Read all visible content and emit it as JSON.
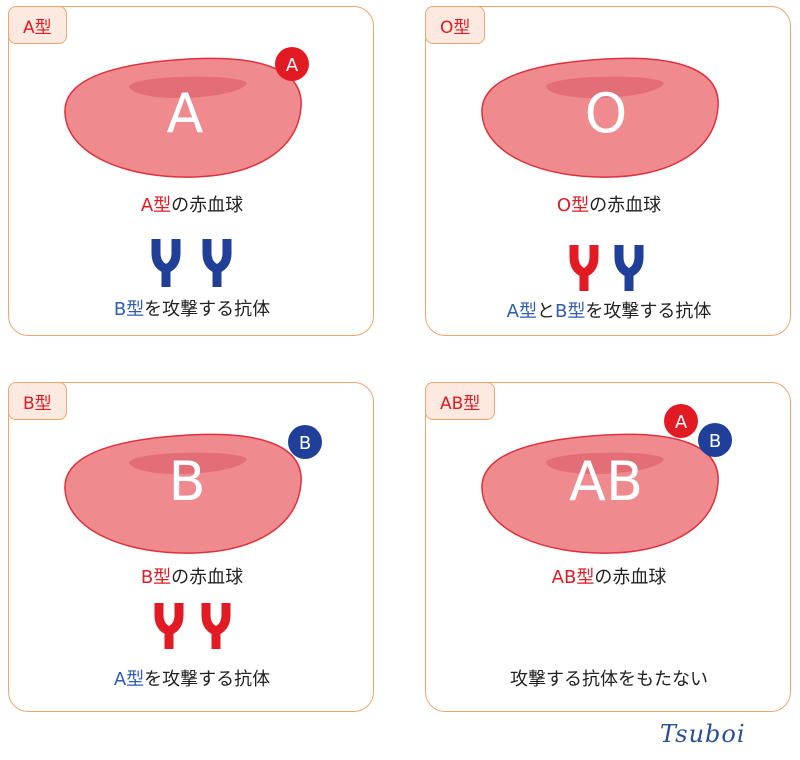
{
  "colors": {
    "red": "#e21a23",
    "blue": "#1f3f98",
    "cell_fill": "#ef8a8f",
    "cell_stroke": "#e0313b",
    "border": "#f2a46f",
    "tag_bg": "#fde9df"
  },
  "cards": [
    {
      "tag": "A型",
      "cell_letter": "A",
      "antigens": [
        "A"
      ],
      "caption": {
        "type": "A型",
        "rest": "の赤血球"
      },
      "antibodies": [
        "blue",
        "blue"
      ],
      "antibody_text": {
        "part1": "B型",
        "part1_color": "blue",
        "part2": "",
        "part3": "",
        "rest": "を攻撃する抗体"
      }
    },
    {
      "tag": "O型",
      "cell_letter": "O",
      "antigens": [],
      "caption": {
        "type": "O型",
        "rest": "の赤血球"
      },
      "antibodies": [
        "red",
        "blue"
      ],
      "antibody_text": {
        "part1": "A型",
        "part1_color": "blue",
        "part2": "と",
        "part3": "B型",
        "rest": "を攻撃する抗体"
      }
    },
    {
      "tag": "B型",
      "cell_letter": "B",
      "antigens": [
        "B"
      ],
      "caption": {
        "type": "B型",
        "rest": "の赤血球"
      },
      "antibodies": [
        "red",
        "red"
      ],
      "antibody_text": {
        "part1": "A型",
        "part1_color": "blue",
        "part2": "",
        "part3": "",
        "rest": "を攻撃する抗体"
      }
    },
    {
      "tag": "AB型",
      "cell_letter": "AB",
      "antigens": [
        "A",
        "B"
      ],
      "caption": {
        "type": "AB型",
        "rest": "の赤血球"
      },
      "antibodies": [],
      "antibody_text": {
        "part1": "",
        "part1_color": "blue",
        "part2": "",
        "part3": "",
        "rest": "攻撃する抗体をもたない"
      }
    }
  ],
  "signature": "Tsuboi"
}
